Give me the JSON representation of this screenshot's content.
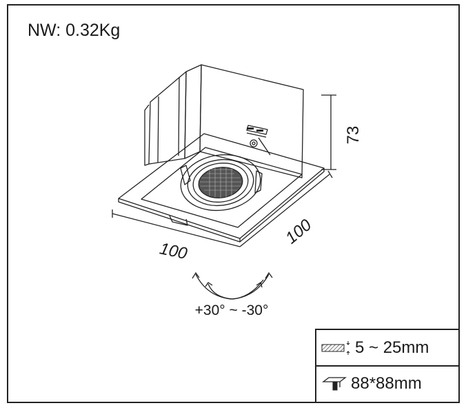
{
  "weight": "NW: 0.32Kg",
  "dimensions": {
    "height": "73",
    "width": "100",
    "depth": "100"
  },
  "tilt": {
    "label": "+30° ~ -30°"
  },
  "specs": {
    "ceiling_thickness": "5 ~ 25mm",
    "cutout": "88*88mm"
  },
  "icons": {
    "ceiling": "ceiling-thickness-icon",
    "cutout": "cutout-icon"
  }
}
